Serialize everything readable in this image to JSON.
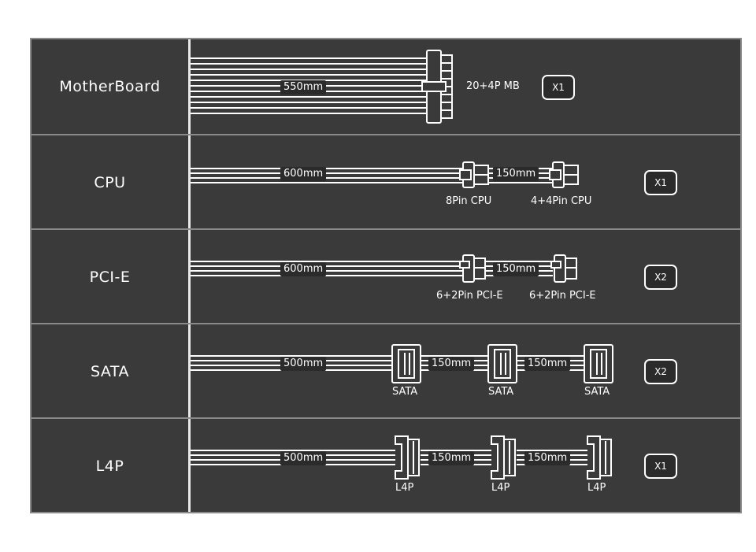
{
  "rows": [
    {
      "label": "MotherBoard",
      "cable_length": "550mm",
      "connector": "20+4P MB",
      "quantity": "X1"
    },
    {
      "label": "CPU",
      "cable_length": "600mm",
      "extension_length": "150mm",
      "connector_1": "8Pin CPU",
      "connector_2": "4+4Pin CPU",
      "quantity": "X1"
    },
    {
      "label": "PCI-E",
      "cable_length": "600mm",
      "extension_length": "150mm",
      "connector_1": "6+2Pin PCI-E",
      "connector_2": "6+2Pin PCI-E",
      "quantity": "X2"
    },
    {
      "label": "SATA",
      "cable_length": "500mm",
      "extension_length_1": "150mm",
      "extension_length_2": "150mm",
      "connector_1": "SATA",
      "connector_2": "SATA",
      "connector_3": "SATA",
      "quantity": "X2"
    },
    {
      "label": "L4P",
      "cable_length": "500mm",
      "extension_length_1": "150mm",
      "extension_length_2": "150mm",
      "connector_1": "L4P",
      "connector_2": "L4P",
      "connector_3": "L4P",
      "quantity": "X1"
    }
  ],
  "colors": {
    "background": "#3a3a3a",
    "grid": "#8a8a8a",
    "wire": "#ffffff"
  }
}
